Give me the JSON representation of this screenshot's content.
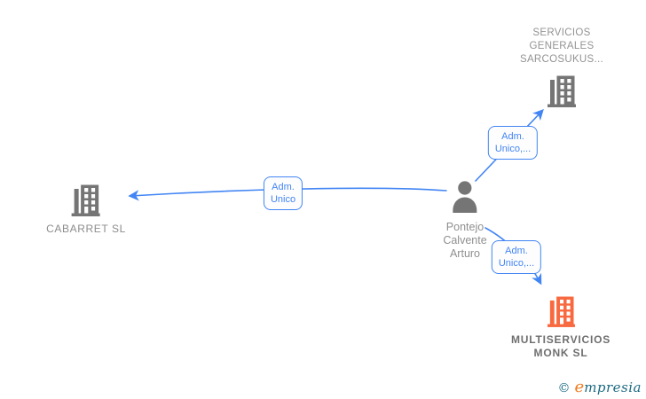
{
  "nodes": {
    "servicios_generales": {
      "type": "company",
      "name_lines": [
        "SERVICIOS",
        "GENERALES",
        "SARCOSUKUS..."
      ]
    },
    "cabarret": {
      "type": "company",
      "name": "CABARRET SL"
    },
    "pontejo": {
      "type": "person",
      "name_lines": [
        "Pontejo",
        "Calvente",
        "Arturo"
      ]
    },
    "multiservicios": {
      "type": "company",
      "name_lines": [
        "MULTISERVICIOS",
        "MONK SL"
      ]
    }
  },
  "edge_labels": {
    "to_cabarret": {
      "line1": "Adm.",
      "line2": "Unico"
    },
    "to_servicios": {
      "line1": "Adm.",
      "line2": "Unico,..."
    },
    "to_multiservicios": {
      "line1": "Adm.",
      "line2": "Unico,..."
    }
  },
  "footer": {
    "copyright_symbol": "©",
    "brand_e": "e",
    "brand_rest": "mpresia"
  },
  "colors": {
    "edge": "#4285f4",
    "gray_icon": "#757575",
    "orange_icon": "#f8693f",
    "label_text": "#8f8f8f",
    "bold_label_text": "#6f6f6f",
    "brand_orange": "#ef7c1f",
    "brand_teal": "#1b6a82"
  }
}
